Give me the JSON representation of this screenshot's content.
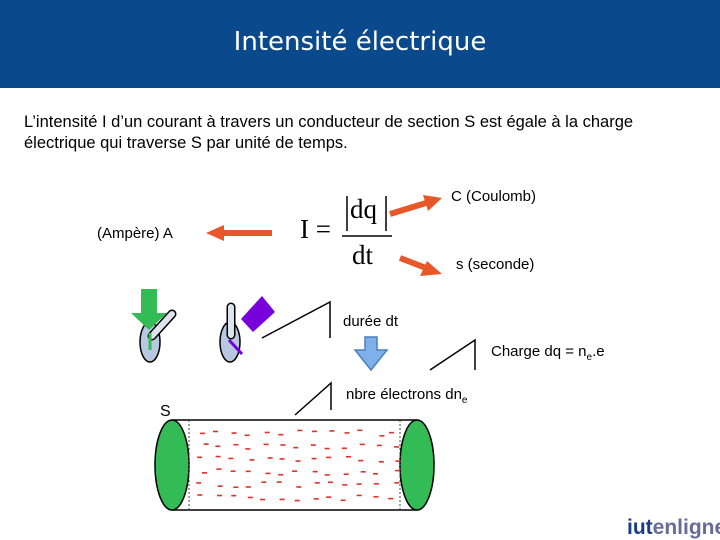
{
  "slide": {
    "title": "Intensité électrique",
    "definition": "L’intensité I d’un courant à travers un conducteur de section S est égale à la charge électrique qui traverse S par unité de temps."
  },
  "formula": {
    "lhs": "I =",
    "numerator": "dq",
    "denominator": "dt"
  },
  "labels": {
    "coulomb": "C (Coulomb)",
    "ampere": "(Ampère)   A",
    "seconde": "s  (seconde)",
    "duree": "durée dt",
    "charge_main": "Charge dq = n",
    "charge_sub": "e",
    "charge_tail": ".e",
    "electrons_main": "nbre électrons dn",
    "electrons_sub": "e",
    "section": "S"
  },
  "logo": {
    "part1": "iut",
    "part2": "enligne"
  },
  "colors": {
    "title_bar": "#0a4a8c",
    "arrow": "#e8572a",
    "green": "#33bb55",
    "purple": "#7700dd",
    "probe": "#b8c8e0",
    "light_blue": "#7fb0ea",
    "electrons": "#e0302a"
  }
}
